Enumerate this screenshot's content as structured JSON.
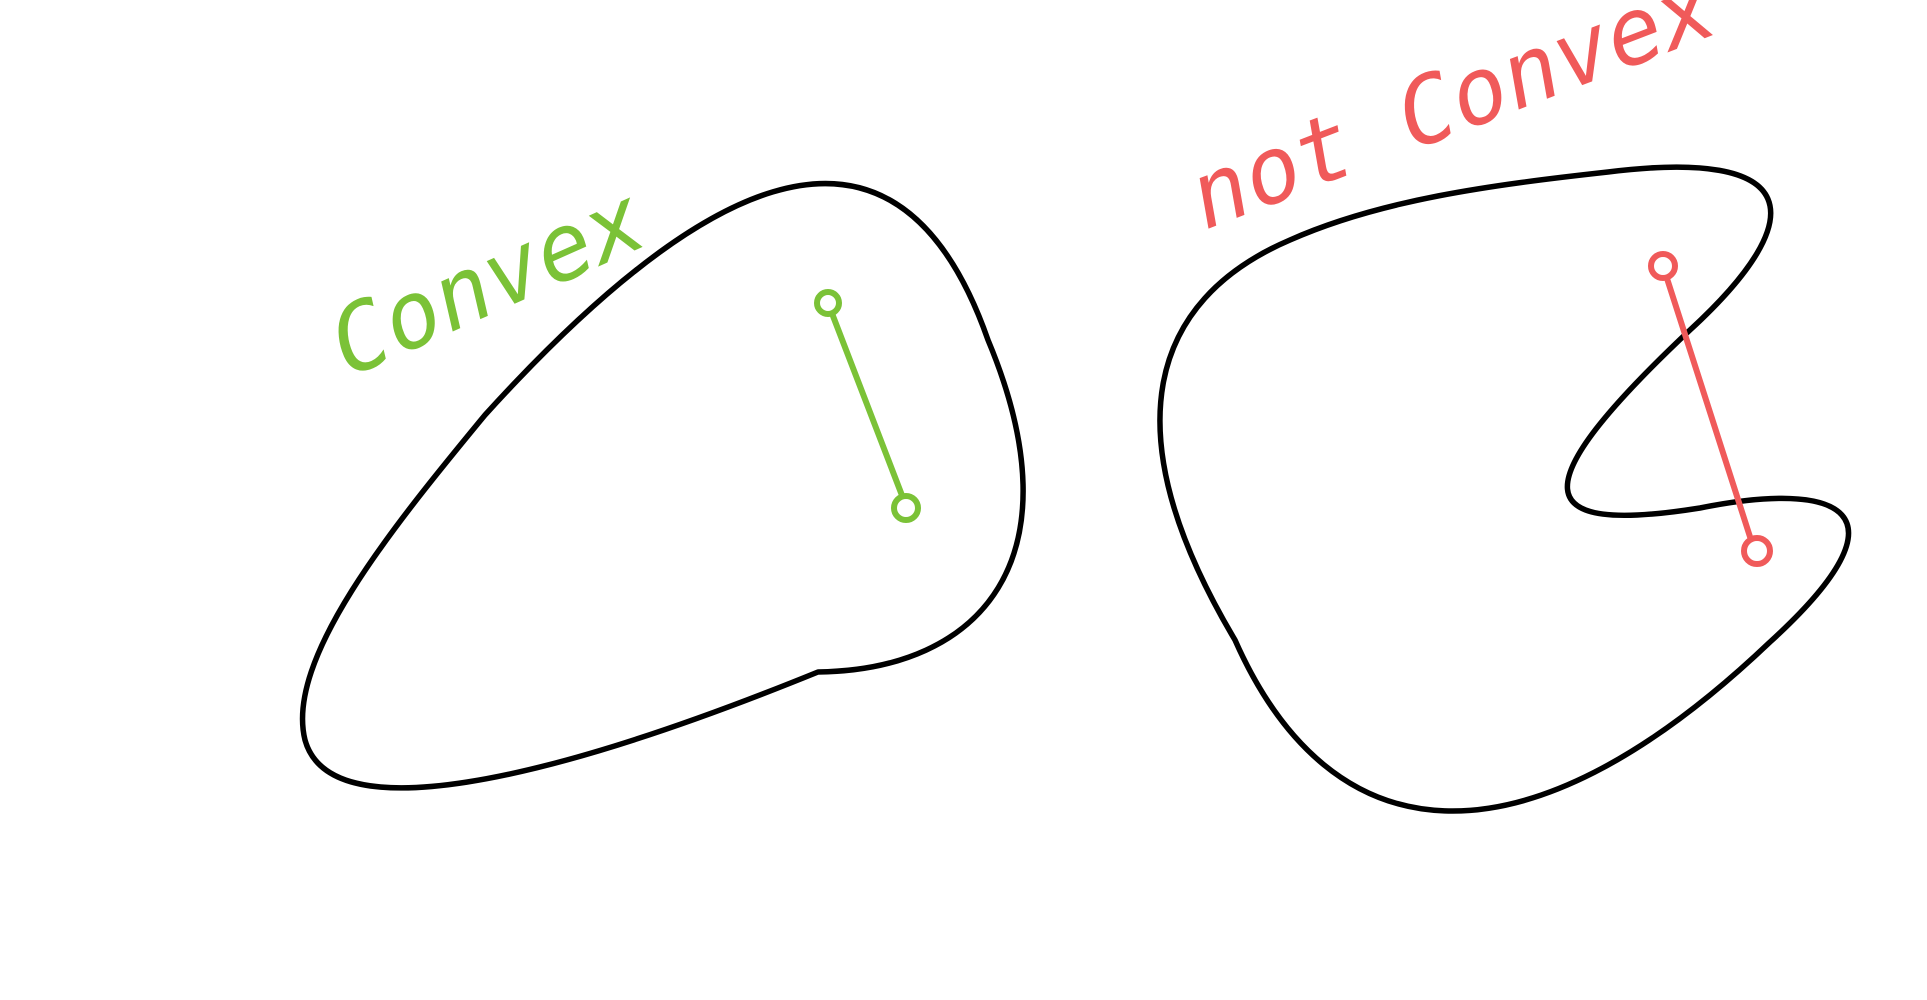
{
  "labels": {
    "convex": "Convex",
    "not_convex": "not Convex"
  },
  "colors": {
    "background": "#ffffff",
    "outline": "#000000",
    "convex": "#7bc237",
    "not_convex": "#f05a5a"
  },
  "shapes": [
    {
      "kind": "convex-shape"
    },
    {
      "kind": "non-convex-shape"
    }
  ]
}
